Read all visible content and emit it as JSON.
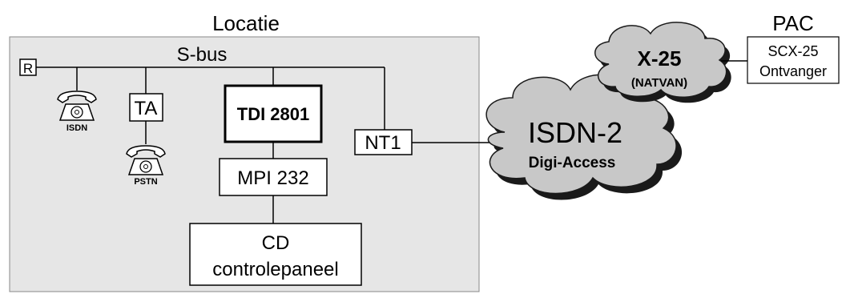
{
  "location": {
    "title": "Locatie",
    "bus_label": "S-bus"
  },
  "devices": {
    "r_label": "R",
    "isdn_phone_label": "ISDN",
    "ta_label": "TA",
    "pstn_phone_label": "PSTN",
    "tdi_label": "TDI 2801",
    "mpi_label": "MPI 232",
    "cd_line1": "CD",
    "cd_line2": "controlepaneel",
    "nt1_label": "NT1"
  },
  "clouds": {
    "isdn_title": "ISDN-2",
    "isdn_sub": "Digi-Access",
    "x25_title": "X-25",
    "x25_sub": "(NATVAN)"
  },
  "pac": {
    "title": "PAC",
    "receiver_line1": "SCX-25",
    "receiver_line2": "Ontvanger"
  },
  "colors": {
    "location_fill": "#e6e6e6",
    "cloud_fill": "#c8c8c8",
    "cloud_shadow": "#1a1a1a",
    "stroke": "#000000"
  }
}
